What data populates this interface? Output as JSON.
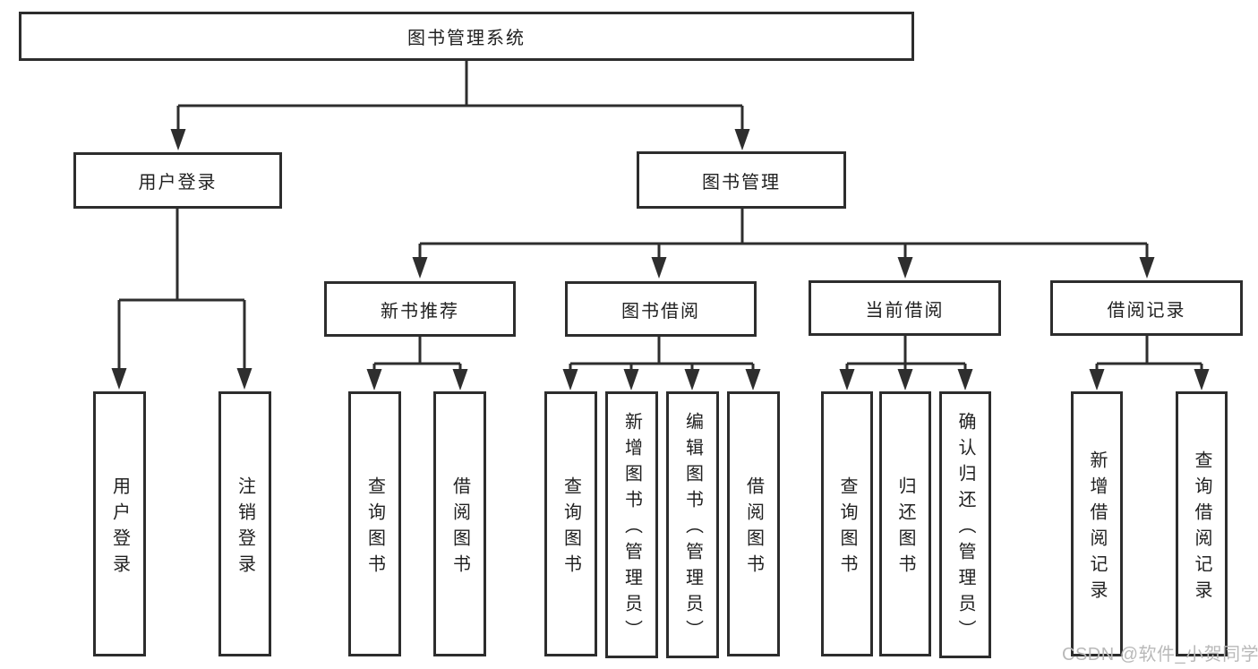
{
  "diagram": {
    "root": "图书管理系统",
    "level1": [
      {
        "label": "用户登录"
      },
      {
        "label": "图书管理"
      }
    ],
    "level2": [
      {
        "label": "新书推荐"
      },
      {
        "label": "图书借阅"
      },
      {
        "label": "当前借阅"
      },
      {
        "label": "借阅记录"
      }
    ],
    "leaves": {
      "user_login": [
        "用户登录",
        "注销登录"
      ],
      "new_book": [
        "查询图书",
        "借阅图书"
      ],
      "borrow": [
        "查询图书",
        "新增图书（管理员）",
        "编辑图书（管理员）",
        "借阅图书"
      ],
      "current": [
        "查询图书",
        "归还图书",
        "确认归还（管理员）"
      ],
      "records": [
        "新增借阅记录",
        "查询借阅记录"
      ]
    }
  },
  "watermark": "CSDN @软件_小贺同学"
}
